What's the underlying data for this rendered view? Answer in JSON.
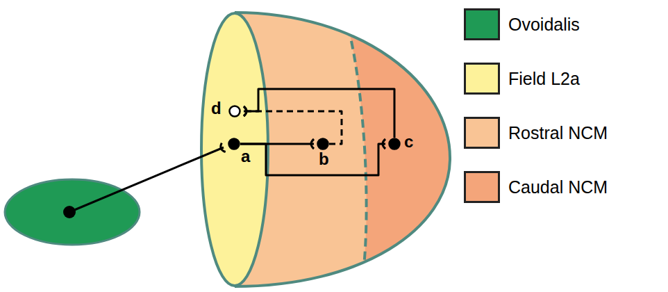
{
  "diagram": {
    "nodes": [
      {
        "text": [
          "a"
        ]
      },
      {
        "text": [
          "b"
        ]
      },
      {
        "text": [
          "c"
        ]
      },
      {
        "text": [
          "d"
        ]
      }
    ],
    "edges": [
      {
        "from": 0,
        "to": 1,
        "arrow": "to"
      },
      {
        "from": 0,
        "to": 2,
        "arrow": "to"
      },
      {
        "from": 2,
        "to": 3,
        "arrow": "to"
      },
      {
        "from": 1,
        "to": 3,
        "arrow": "to"
      }
    ],
    "legend": [
      {
        "text": "Ovoidalis",
        "color": "#1f9a55"
      },
      {
        "text": "Field L2a",
        "color": "#fdf29a"
      },
      {
        "text": "Rostral NCM",
        "color": "#f9c495"
      },
      {
        "text": "Caudal NCM",
        "color": "#f4a57a"
      }
    ]
  }
}
